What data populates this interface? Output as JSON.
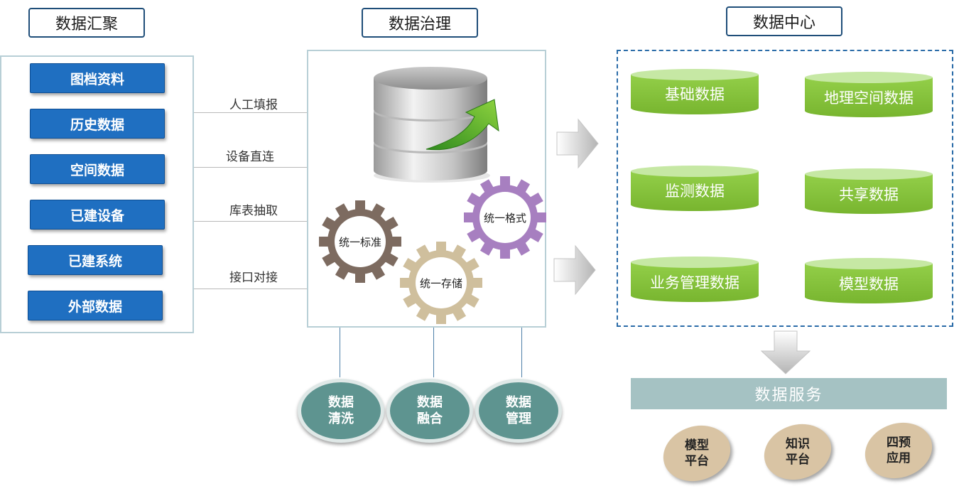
{
  "sections": {
    "aggregation": "数据汇聚",
    "governance": "数据治理",
    "center": "数据中心"
  },
  "sources": [
    "图档资料",
    "历史数据",
    "空间数据",
    "已建设备",
    "已建系统",
    "外部数据"
  ],
  "connectors": [
    "人工填报",
    "设备直连",
    "库表抽取",
    "接口对接"
  ],
  "gears": {
    "standard": "统一标准",
    "format": "统一格式",
    "storage": "统一存储"
  },
  "processes": [
    {
      "line1": "数据",
      "line2": "清洗"
    },
    {
      "line1": "数据",
      "line2": "融合"
    },
    {
      "line1": "数据",
      "line2": "管理"
    }
  ],
  "center_data": [
    "基础数据",
    "地理空间数据",
    "监测数据",
    "共享数据",
    "业务管理数据",
    "模型数据"
  ],
  "service_title": "数据服务",
  "applications": [
    {
      "line1": "模型",
      "line2": "平台"
    },
    {
      "line1": "知识",
      "line2": "平台"
    },
    {
      "line1": "四预",
      "line2": "应用"
    }
  ],
  "colors": {
    "source_button": "#1f6fc1",
    "cylinder_green": "#8cc63f",
    "process_teal": "#5e9490",
    "gear_brown": "#7d6b60",
    "gear_purple": "#a77fc0",
    "gear_tan": "#cfbf9d",
    "service_bar": "#a5c2c3",
    "application_tan": "#d9c4a4"
  }
}
